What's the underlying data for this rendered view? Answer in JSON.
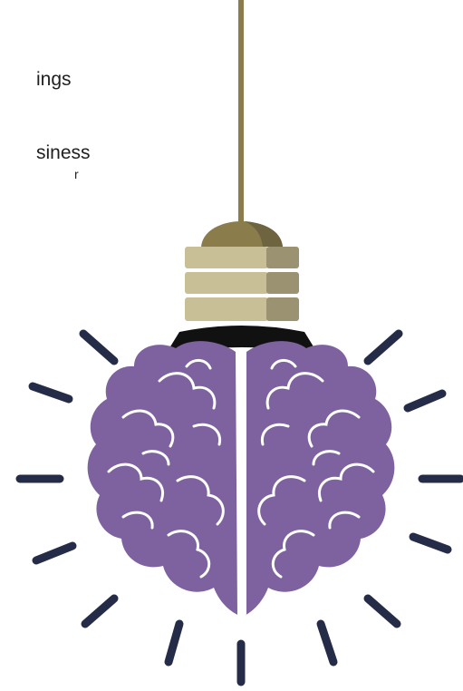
{
  "text_fragments": [
    "ings",
    "siness",
    "r"
  ],
  "colors": {
    "cord": "#8a7d4b",
    "cap": "#8a7d4b",
    "cap_shadow": "#6e6440",
    "thread_light": "#c8bf97",
    "thread_dark": "#9a9270",
    "neck": "#111111",
    "brain": "#7e62a0",
    "brain_lines": "#ffffff",
    "rays": "#252c47"
  },
  "icons": [
    "cord",
    "bulb-cap",
    "bulb-thread",
    "bulb-neck",
    "brain-icon",
    "light-ray"
  ]
}
